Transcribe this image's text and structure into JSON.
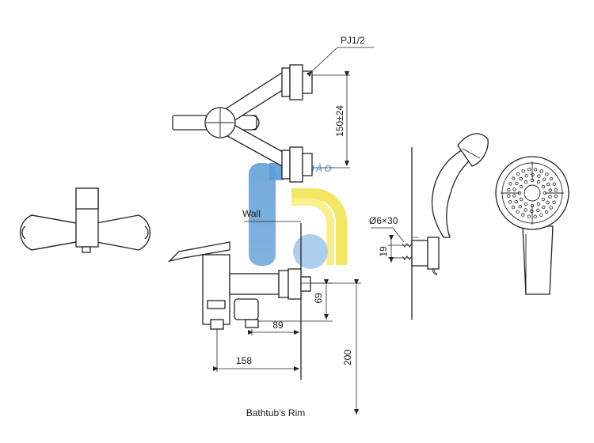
{
  "labels": {
    "thread": "PJ1/2",
    "center_distance": "150±24",
    "wall": "Wall",
    "anchor": "Ø6×30",
    "anchor_dim": "19",
    "height_69": "69",
    "depth_89": "89",
    "depth_158": "158",
    "height_200": "200",
    "rim": "Bathtub’s Rim"
  },
  "watermark": {
    "text": "LA HÀO",
    "colors": {
      "blue": "#5b9bd5",
      "light_blue": "#a9cbec",
      "yellow": "#f2e24a"
    }
  }
}
